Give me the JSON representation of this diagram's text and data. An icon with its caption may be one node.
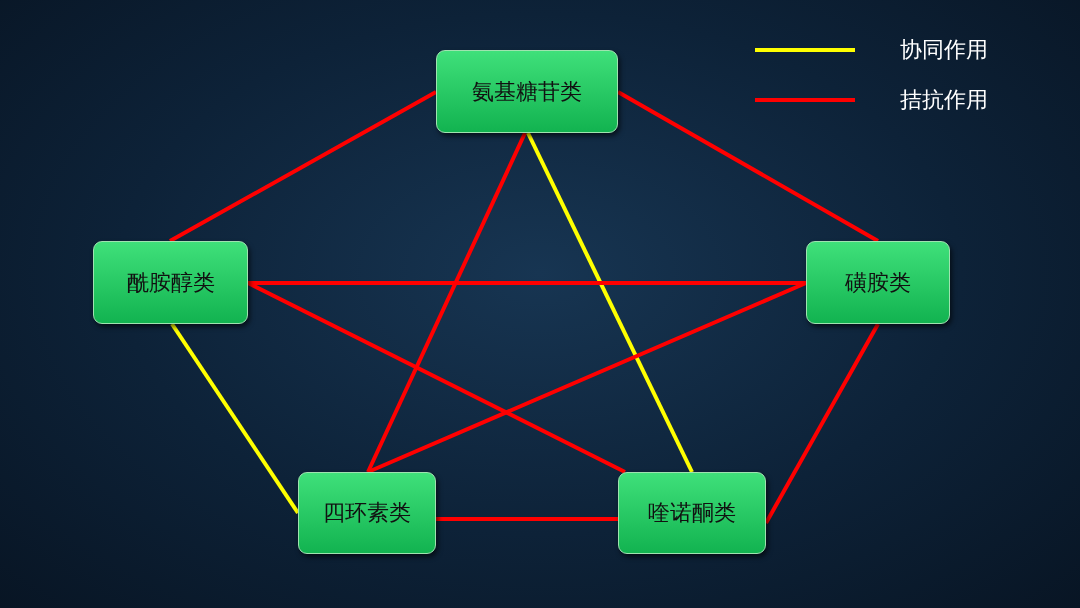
{
  "diagram": {
    "nodes": [
      {
        "text": [
          "氨基糖苷类"
        ]
      },
      {
        "text": [
          "酰胺醇类"
        ]
      },
      {
        "text": [
          "磺胺类"
        ]
      },
      {
        "text": [
          "四环素类"
        ]
      },
      {
        "text": [
          "喹诺酮类"
        ]
      }
    ],
    "edges": [
      {
        "from": 0,
        "to": 1,
        "arrow": "none"
      },
      {
        "from": 0,
        "to": 2,
        "arrow": "none"
      },
      {
        "from": 0,
        "to": 3,
        "arrow": "none"
      },
      {
        "from": 0,
        "to": 4,
        "arrow": "none",
        "color": "#ffff00"
      },
      {
        "from": 1,
        "to": 2,
        "arrow": "none"
      },
      {
        "from": 1,
        "to": 4,
        "arrow": "none"
      },
      {
        "from": 2,
        "to": 3,
        "arrow": "none"
      },
      {
        "from": 1,
        "to": 3,
        "arrow": "none",
        "color": "#ffff00"
      },
      {
        "from": 2,
        "to": 4,
        "arrow": "none"
      },
      {
        "from": 3,
        "to": 4,
        "arrow": "none"
      }
    ],
    "legend": [
      {
        "text": "协同作用",
        "color": "#ffff00"
      },
      {
        "text": "拮抗作用",
        "color": "#ff0000"
      }
    ]
  }
}
